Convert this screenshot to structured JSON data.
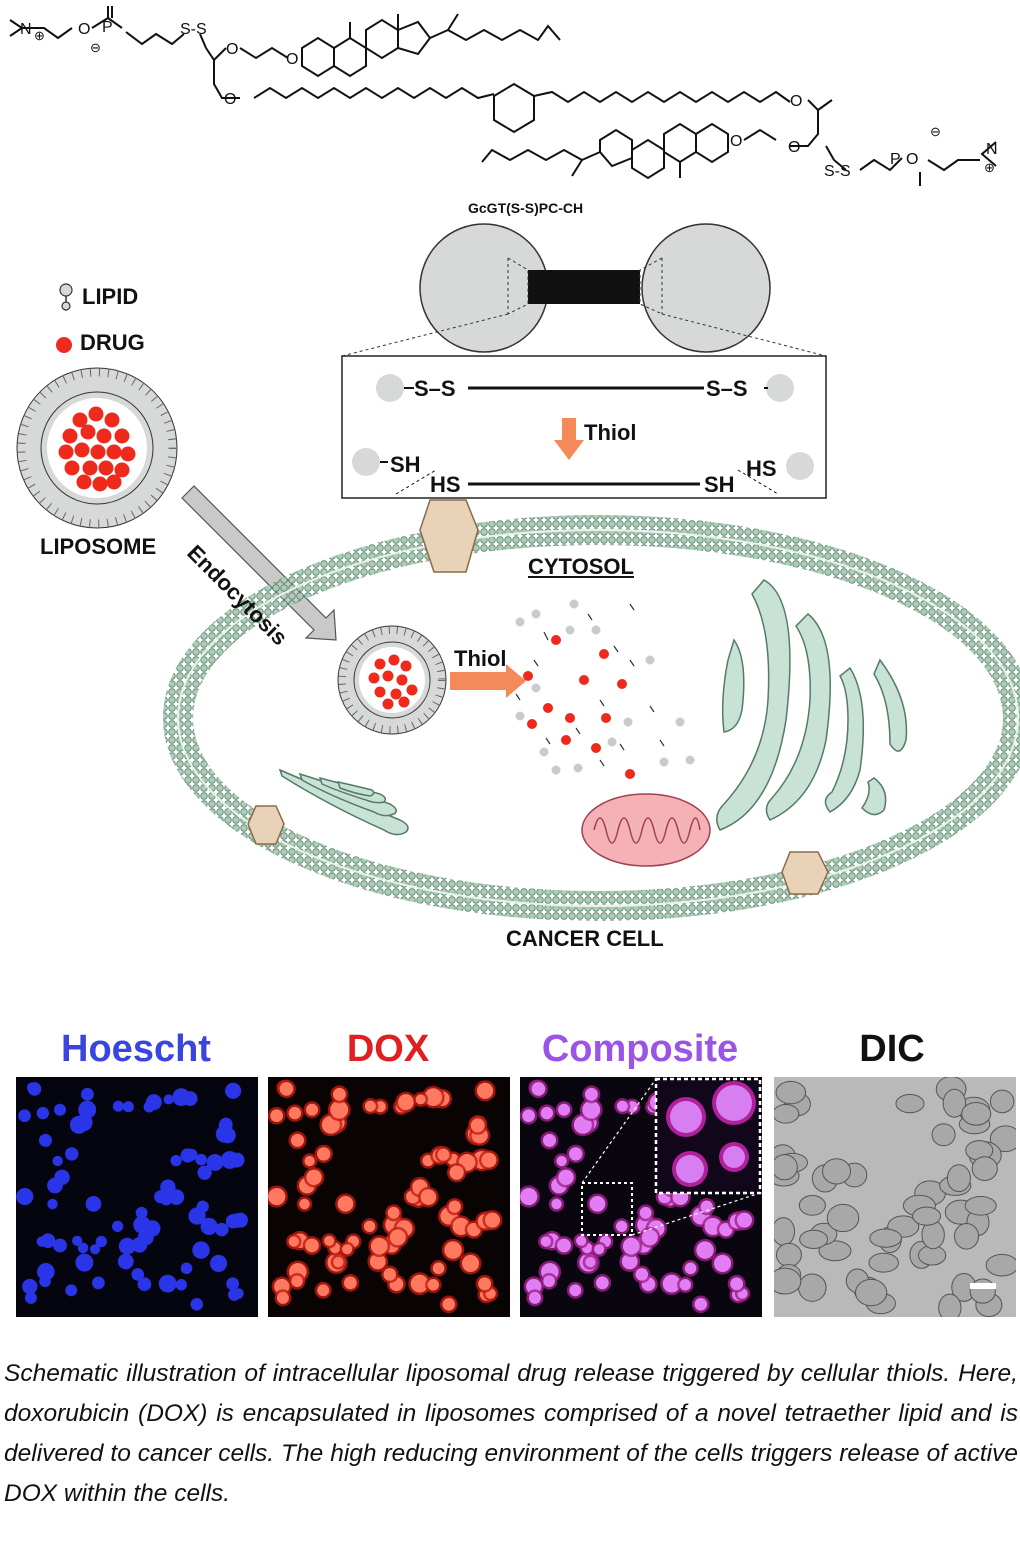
{
  "molecule": {
    "name": "GcGT(S-S)PC-CH",
    "atoms": {
      "O": "O",
      "P": "P",
      "N": "N",
      "S": "S",
      "plus": "⊕",
      "minus": "⊖"
    }
  },
  "legend": {
    "lipid": "LIPID",
    "drug": "DRUG"
  },
  "liposome_label": "LIPOSOME",
  "endocytosis_label": "Endocytosis",
  "inset": {
    "ss_left": "S–S",
    "ss_right": "S–S",
    "thiol": "Thiol",
    "sh_left": "SH",
    "hs_left": "HS",
    "sh_right": "SH",
    "hs_right": "HS"
  },
  "cell": {
    "cytosol": "CYTOSOL",
    "thiol": "Thiol",
    "label": "CANCER CELL"
  },
  "panels": [
    {
      "title": "Hoescht",
      "color": "#3a45e0"
    },
    {
      "title": "DOX",
      "color": "#e02020"
    },
    {
      "title": "Composite",
      "color": "#9a55e8"
    },
    {
      "title": "DIC",
      "color": "#111111"
    }
  ],
  "colors": {
    "drug": "#ee2a1d",
    "arrow": "#f4895a",
    "membrane": "#a9cfb6",
    "organelle": "#c9e2d6",
    "protein": "#e8d2b8",
    "mito": "#f4b1b6"
  },
  "caption": "Schematic illustration of intracellular liposomal drug release triggered by cellular thiols. Here, doxorubicin (DOX) is encapsulated in liposomes comprised of a novel tetraether lipid and is delivered to cancer cells. The high reducing environment of the cells triggers release of active DOX within the cells."
}
